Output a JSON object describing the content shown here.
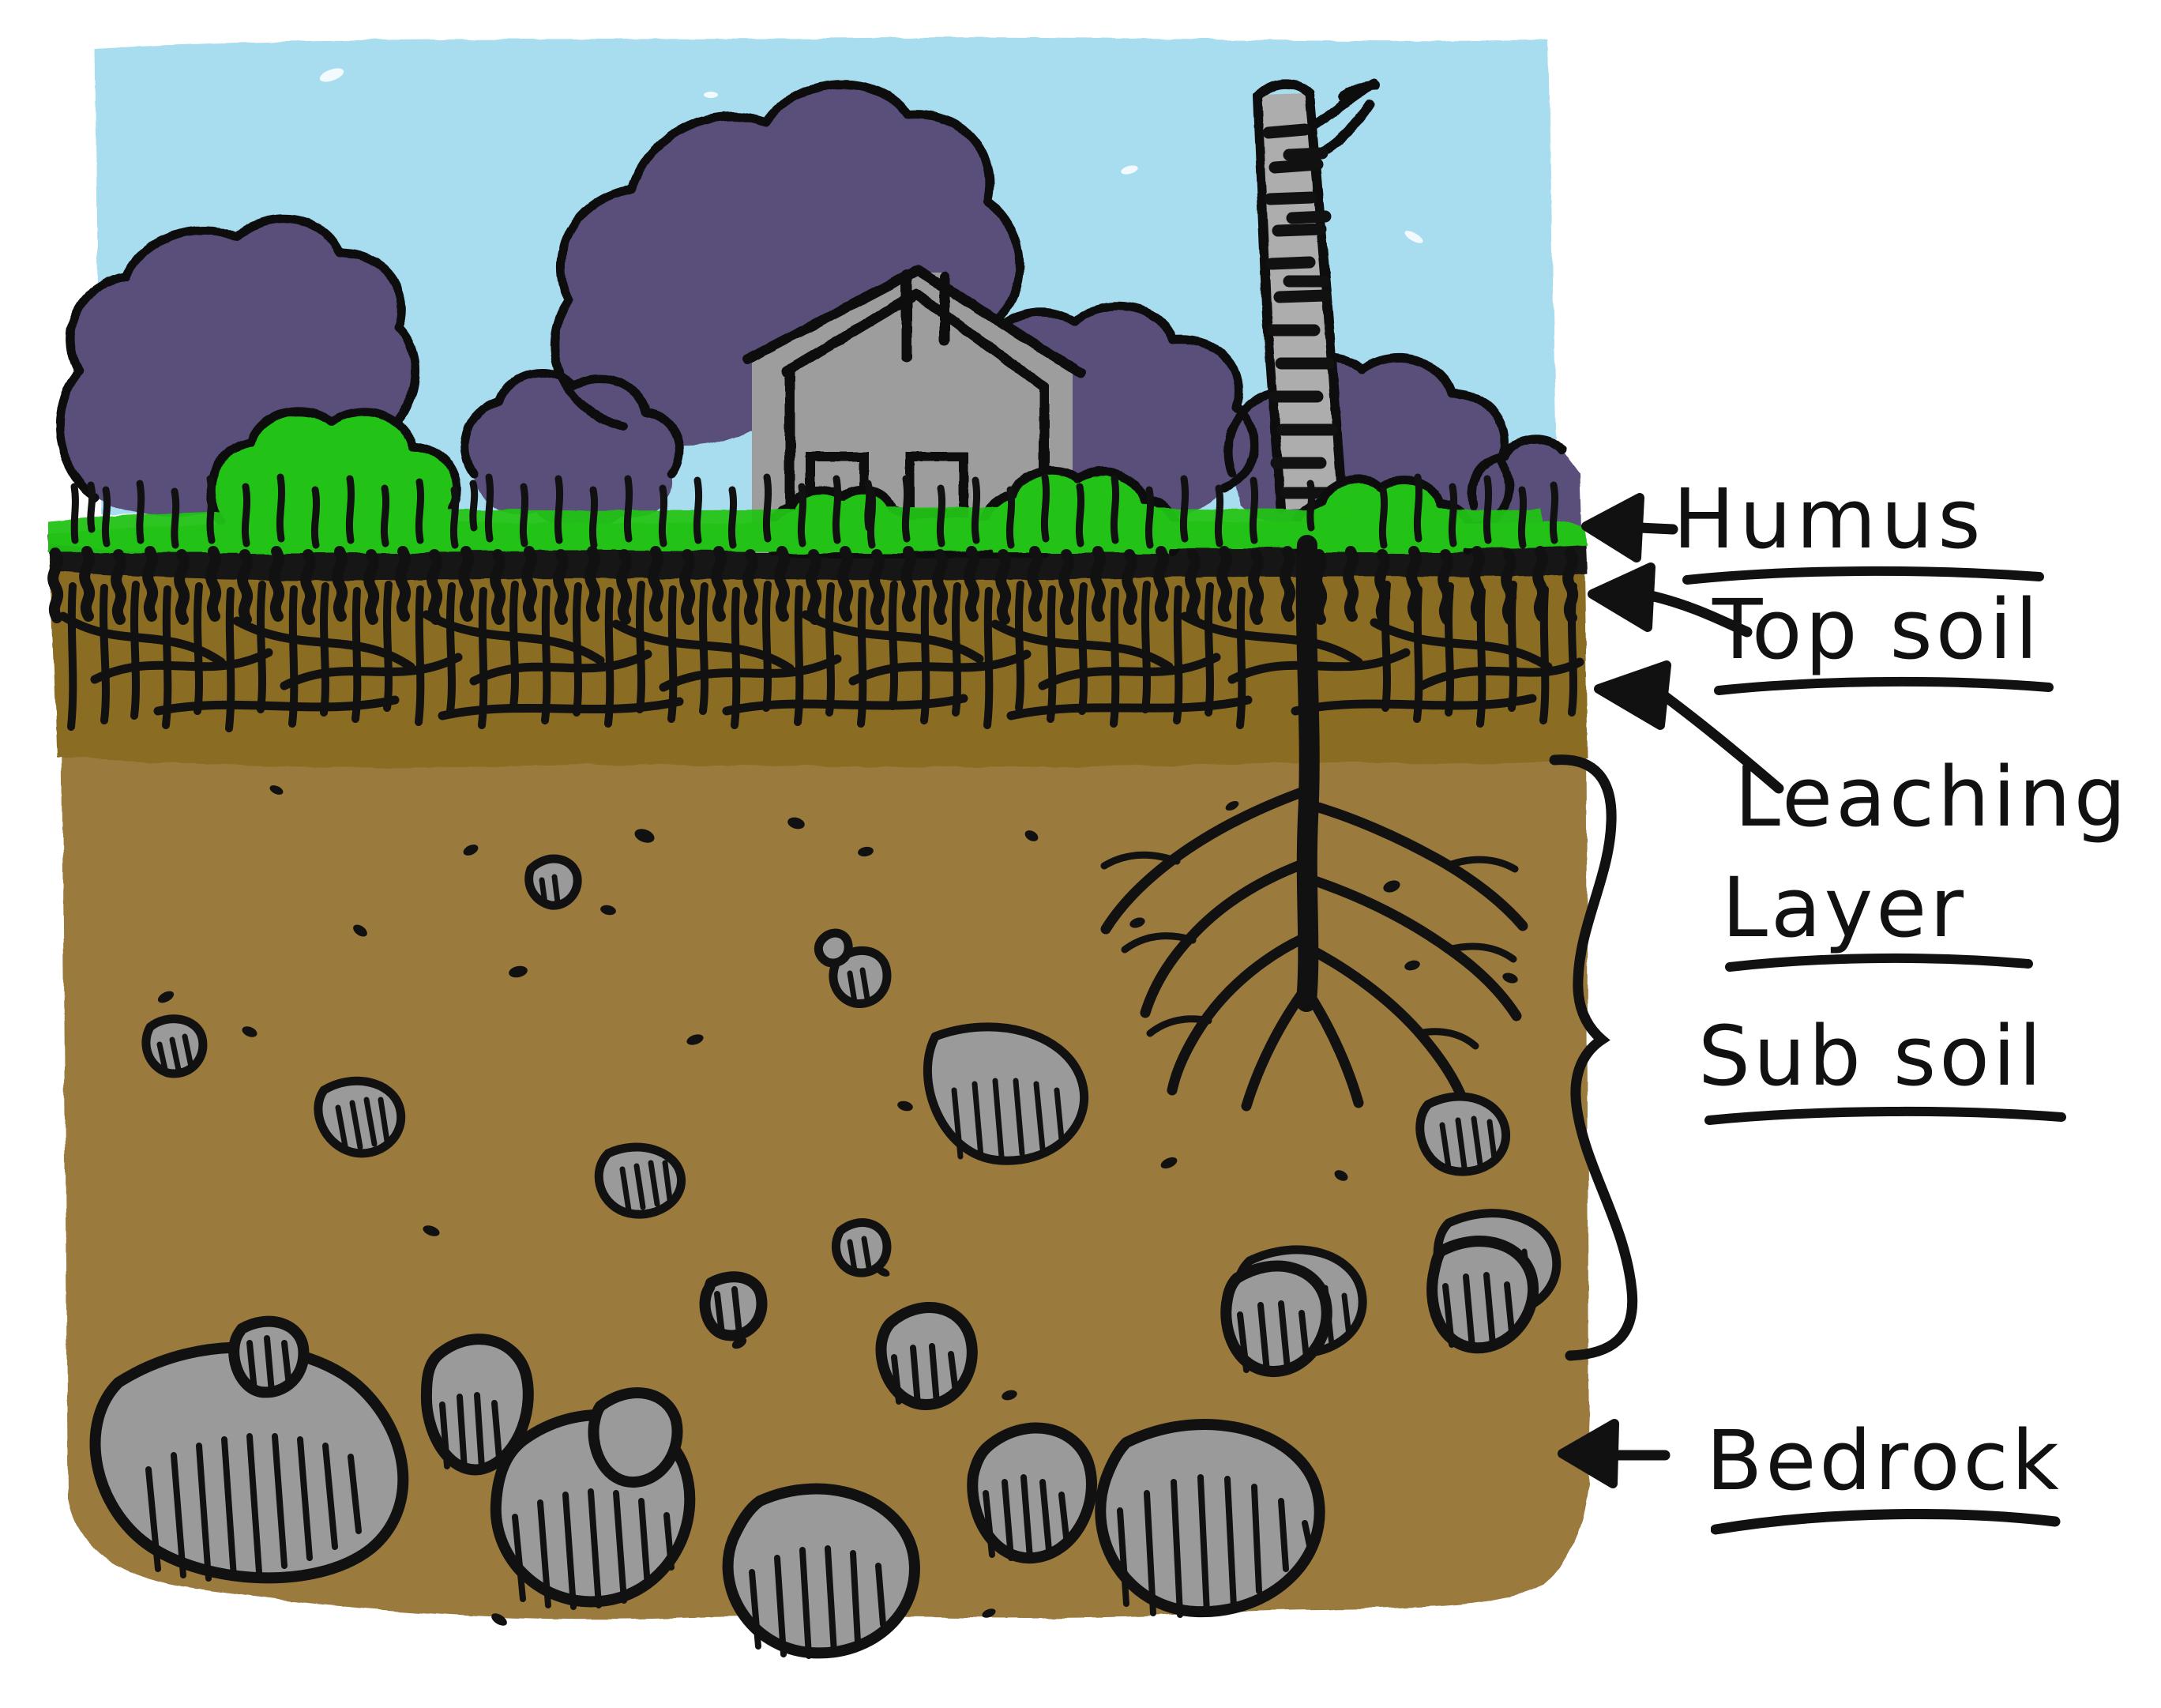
{
  "diagram": {
    "title": "Soil Horizons Cross-Section",
    "style": "hand-drawn sketch"
  },
  "labels": [
    {
      "id": "humus",
      "text": "Humus",
      "underlined": true
    },
    {
      "id": "topsoil",
      "text": "Top soil",
      "underlined": true
    },
    {
      "id": "leaching",
      "text": "Leaching",
      "underlined": false
    },
    {
      "id": "layer",
      "text": "Layer",
      "underlined": true
    },
    {
      "id": "subsoil",
      "text": "Sub soil",
      "underlined": true
    },
    {
      "id": "bedrock",
      "text": "Bedrock",
      "underlined": true
    }
  ],
  "layers": [
    {
      "name": "Humus",
      "description": "thin dark organic band at surface under grass"
    },
    {
      "name": "Top soil",
      "description": "dark brown layer dense with fine roots"
    },
    {
      "name": "Leaching Layer",
      "description": "transition zone below topsoil"
    },
    {
      "name": "Sub soil",
      "description": "lighter brown layer with scattered pebbles and rocks"
    },
    {
      "name": "Bedrock",
      "description": "large grey hatched rocks at base"
    }
  ],
  "scene": {
    "sky": "sky",
    "house": {
      "name": "house",
      "windows": 2,
      "chimney": true
    },
    "trees": {
      "purple_canopy_count": 6,
      "birch_trunk": 1
    },
    "bushes": "green bushes",
    "grass": "grass blades",
    "taproot": "birch taproot with lateral branches"
  },
  "annotations": {
    "arrows": 4,
    "brace": "curly brace spanning subsoil"
  },
  "colors": {
    "sky": "#a8dcef",
    "grass_green": "#22c214",
    "tree_purple": "#5a4f7a",
    "house_gray": "#9d9d9d",
    "topsoil": "#8a6c22",
    "subsoil": "#9a7a3c",
    "rock_gray": "#9a9a9a",
    "ink": "#111111"
  }
}
